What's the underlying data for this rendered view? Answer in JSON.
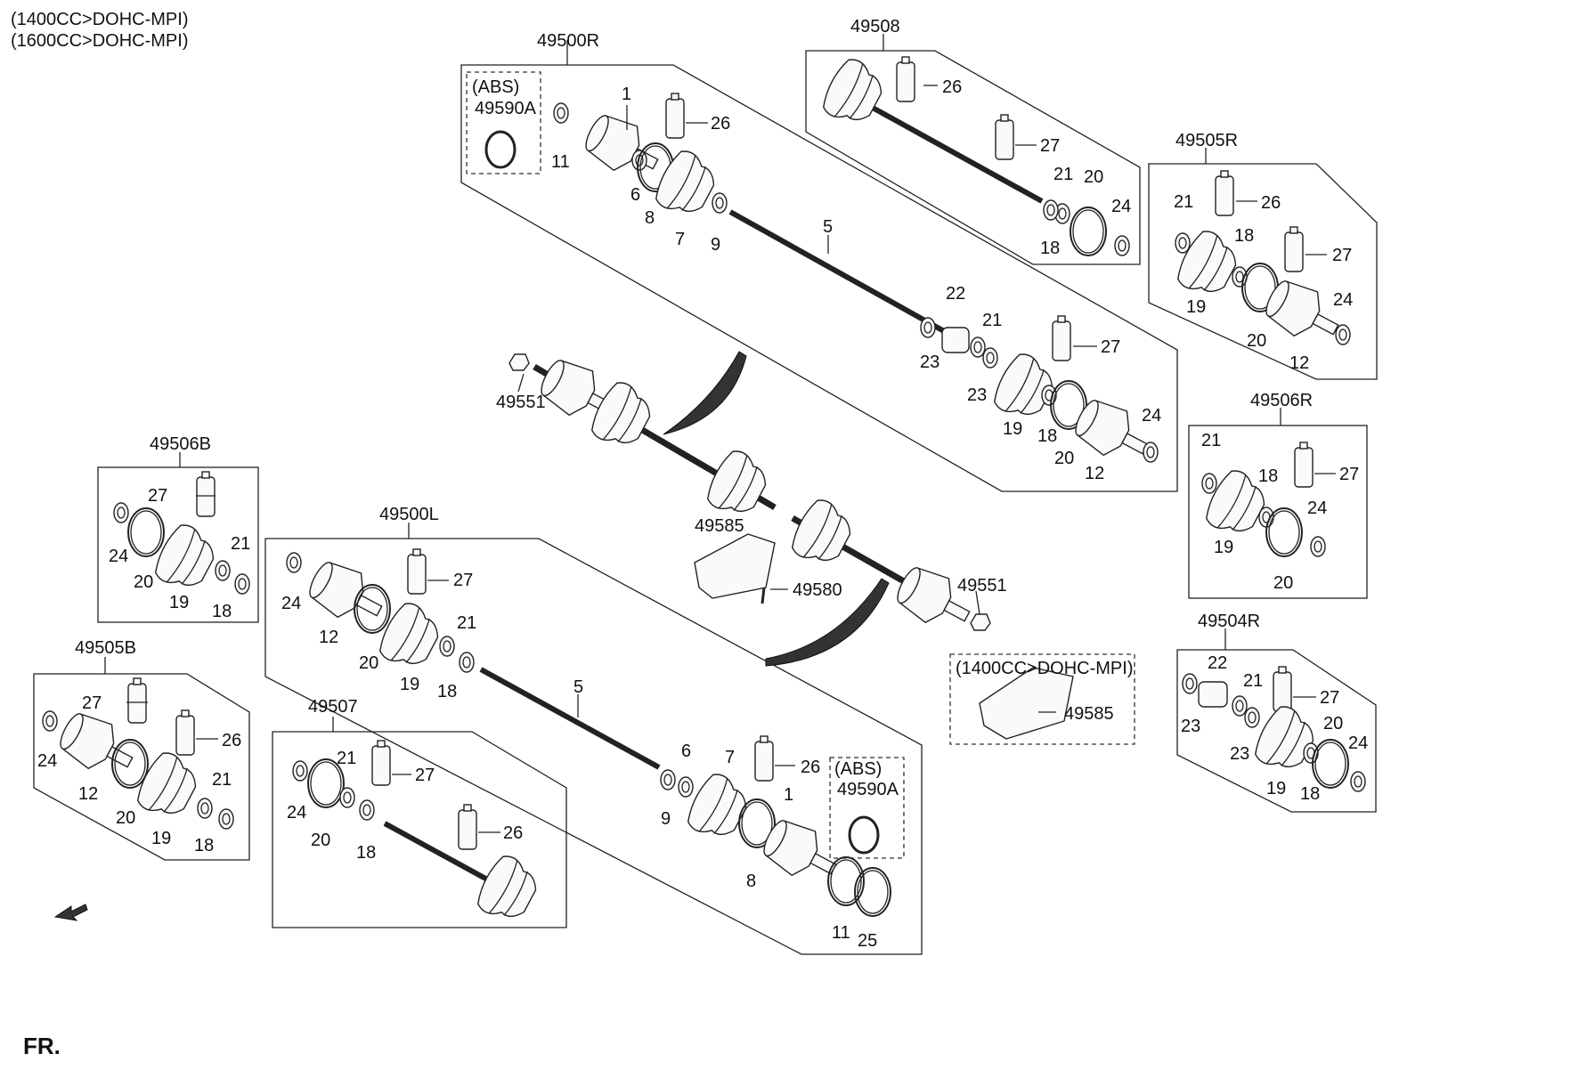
{
  "header": {
    "line1": "(1400CC>DOHC-MPI)",
    "line2": "(1600CC>DOHC-MPI)"
  },
  "direction_label": "FR.",
  "inset_note": "(1400CC>DOHC-MPI)",
  "abs_label": "(ABS)",
  "assemblies": [
    {
      "id": "49500R",
      "label": "49500R"
    },
    {
      "id": "49508",
      "label": "49508"
    },
    {
      "id": "49505R",
      "label": "49505R"
    },
    {
      "id": "49506R",
      "label": "49506R"
    },
    {
      "id": "49504R",
      "label": "49504R"
    },
    {
      "id": "49506B",
      "label": "49506B"
    },
    {
      "id": "49500L",
      "label": "49500L"
    },
    {
      "id": "49505B",
      "label": "49505B"
    },
    {
      "id": "49507",
      "label": "49507"
    }
  ],
  "callouts": {
    "abs_ring": "49590A",
    "nut": "49551",
    "bracket": "49585",
    "bolt": "49580",
    "p1": "1",
    "p5": "5",
    "p6": "6",
    "p7": "7",
    "p8": "8",
    "p9": "9",
    "p11": "11",
    "p12": "12",
    "p18": "18",
    "p19": "19",
    "p20": "20",
    "p21": "21",
    "p22": "22",
    "p23": "23",
    "p24": "24",
    "p25": "25",
    "p26": "26",
    "p27": "27"
  }
}
